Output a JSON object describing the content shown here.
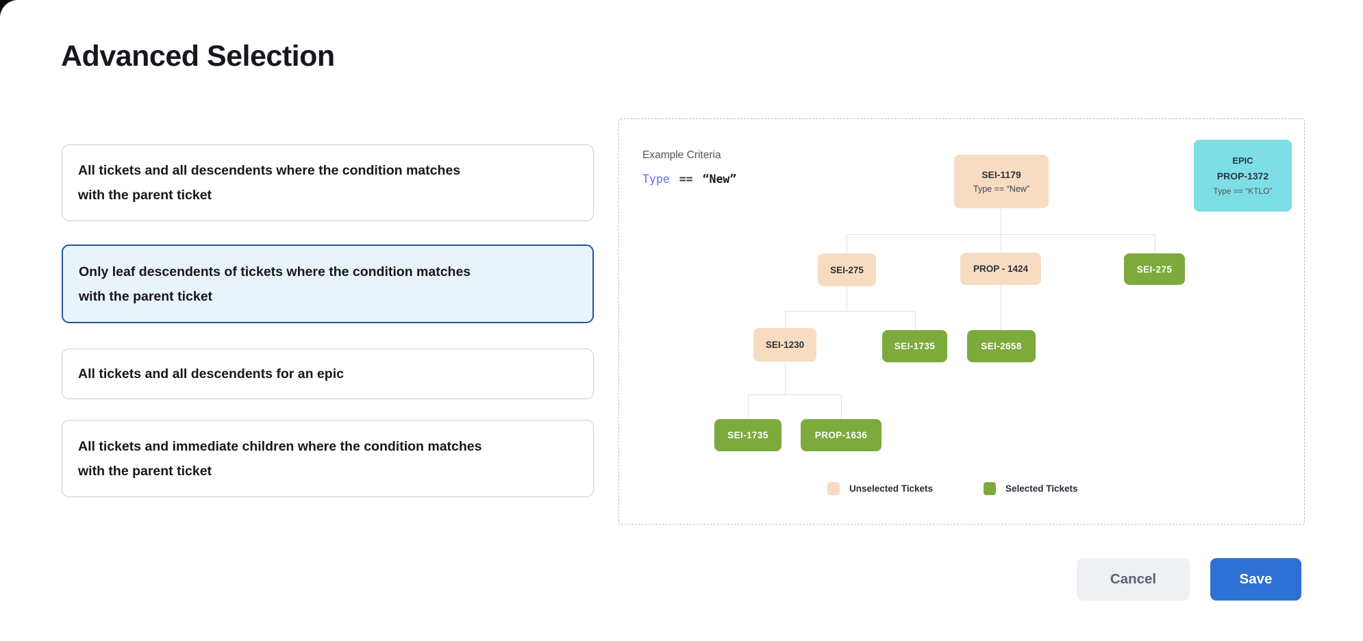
{
  "title": "Advanced Selection",
  "options": [
    {
      "label": "All tickets and all descendents where the condition matches with the parent ticket",
      "selected": false
    },
    {
      "label": "Only leaf descendents of tickets where the condition matches with the parent ticket",
      "selected": true
    },
    {
      "label": "All tickets and all descendents for an epic",
      "selected": false
    },
    {
      "label": "All tickets and immediate children where the condition matches with the parent ticket",
      "selected": false
    }
  ],
  "panel": {
    "criteria_label": "Example Criteria",
    "criteria": {
      "field": "Type",
      "operator": "==",
      "value": "“New”"
    },
    "root": {
      "id": "SEI-1179",
      "condition": "Type == “New”"
    },
    "epic": {
      "kind": "EPIC",
      "id": "PROP-1372",
      "condition": "Type == “KTLO”"
    },
    "nodes": [
      {
        "id": "SEI-275",
        "state": "unselected"
      },
      {
        "id": "PROP - 1424",
        "state": "unselected"
      },
      {
        "id": "SEI-275",
        "state": "selected"
      },
      {
        "id": "SEI-1230",
        "state": "unselected"
      },
      {
        "id": "SEI-1735",
        "state": "selected"
      },
      {
        "id": "SEI-2658",
        "state": "selected"
      },
      {
        "id": "SEI-1735",
        "state": "selected"
      },
      {
        "id": "PROP-1636",
        "state": "selected"
      }
    ],
    "legend": [
      {
        "label": "Unselected Tickets",
        "color": "#f8dcc2"
      },
      {
        "label": "Selected Tickets",
        "color": "#7caa3d"
      }
    ]
  },
  "footer": {
    "cancel_label": "Cancel",
    "save_label": "Save"
  },
  "colors": {
    "save_blue": "#2e70d3",
    "selected_card_border": "#27549b",
    "selected_card_bg": "#e9f3fa",
    "unselected_ticket": "#f8dcc2",
    "selected_ticket": "#7caa3d",
    "epic_card": "#7edee6",
    "criteria_field": "#6468f0"
  }
}
